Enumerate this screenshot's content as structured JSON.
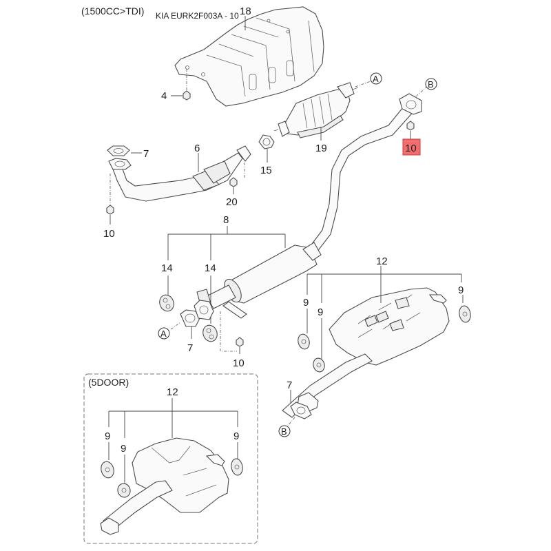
{
  "diagram": {
    "title": "KIA EURK2F003A - 10",
    "variant_label": "(1500CC>TDI)",
    "highlight_color": "#f26d6d",
    "inset": {
      "label": "(5DOOR)",
      "callouts": {
        "muffler": "12",
        "hanger_1": "9",
        "hanger_2": "9",
        "hanger_3": "9"
      }
    },
    "callouts": {
      "heat_shield": "18",
      "nut_shield": "4",
      "catalytic_converter": "19",
      "ref_a_top": "A",
      "ref_b_top": "B",
      "nut_highlighted": "10",
      "gasket_front": "7",
      "front_pipe": "6",
      "gasket_converter": "15",
      "nut_front_pipe": "20",
      "nut_front_left": "10",
      "center_muffler_assy": "8",
      "hanger_center_1": "14",
      "hanger_center_2": "14",
      "ref_a_center": "A",
      "gasket_center": "7",
      "nut_center": "10",
      "rear_muffler_assy": "12",
      "hanger_rear_1": "9",
      "hanger_rear_2": "9",
      "hanger_rear_3": "9",
      "gasket_rear": "7",
      "ref_b_rear": "B"
    }
  }
}
